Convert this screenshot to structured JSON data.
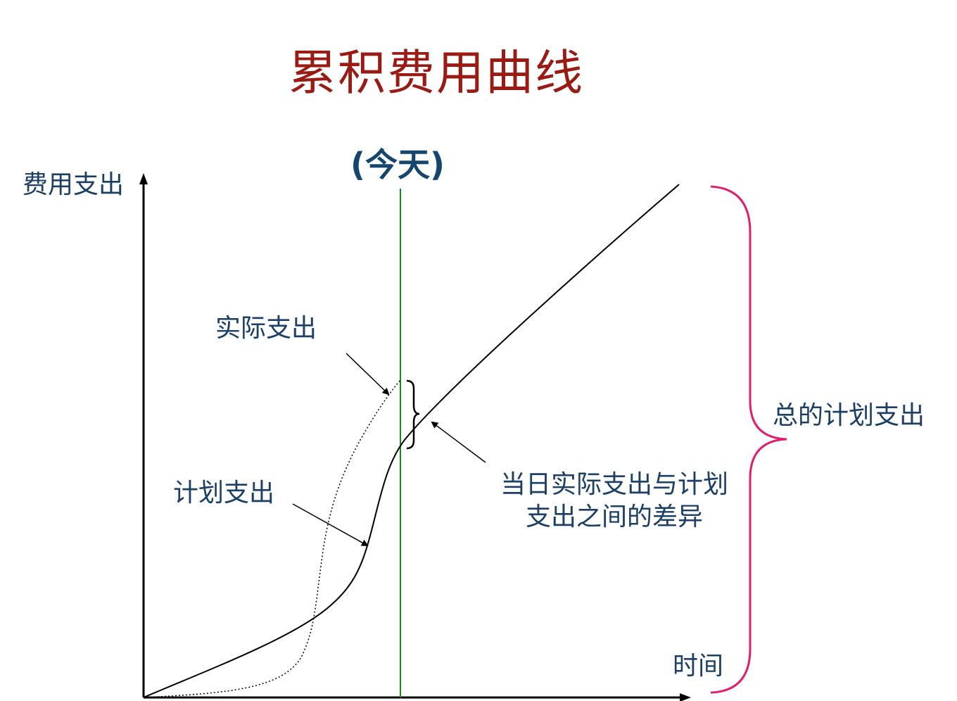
{
  "title": "累积费用曲线",
  "today_label": "(今天)",
  "y_axis_label": "费用支出",
  "x_axis_label": "时间",
  "actual_label": "实际支出",
  "planned_label": "计划支出",
  "difference_label_line1": "当日实际支出与计划",
  "difference_label_line2": "支出之间的差异",
  "total_planned_label": "总的计划支出",
  "colors": {
    "title": "#9a1a14",
    "labels": "#1c3f66",
    "today_line": "#1a8a1a",
    "total_brace": "#e0206e",
    "curves": "#000000"
  }
}
